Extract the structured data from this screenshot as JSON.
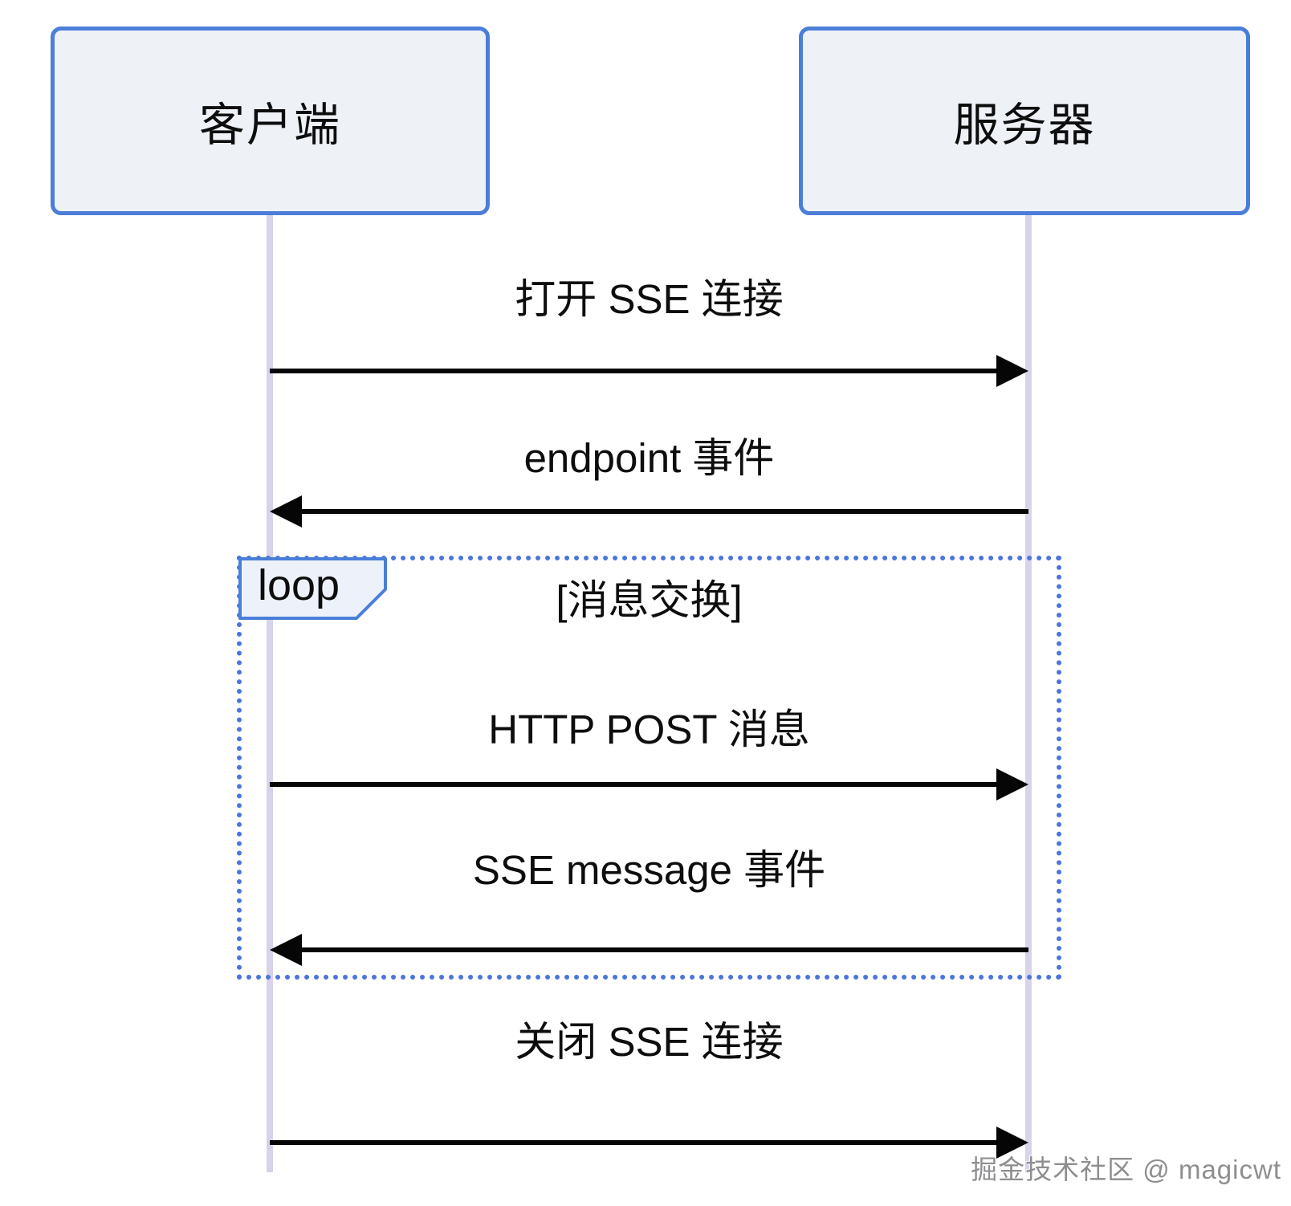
{
  "diagram": {
    "type": "sequence",
    "actors": [
      {
        "id": "client",
        "label": "客户端"
      },
      {
        "id": "server",
        "label": "服务器"
      }
    ],
    "loop": {
      "keyword": "loop",
      "title": "[消息交换]"
    },
    "messages": [
      {
        "label": "打开 SSE 连接",
        "from": "客户端",
        "to": "服务器",
        "direction": "right",
        "inside_loop": false
      },
      {
        "label": "endpoint 事件",
        "from": "服务器",
        "to": "客户端",
        "direction": "left",
        "inside_loop": false
      },
      {
        "label": "HTTP POST 消息",
        "from": "客户端",
        "to": "服务器",
        "direction": "right",
        "inside_loop": true
      },
      {
        "label": "SSE message 事件",
        "from": "服务器",
        "to": "客户端",
        "direction": "left",
        "inside_loop": true
      },
      {
        "label": "关闭 SSE 连接",
        "from": "客户端",
        "to": "服务器",
        "direction": "right",
        "inside_loop": false
      }
    ],
    "colors": {
      "actor_border": "#4a7ed8",
      "actor_fill": "#eef1f6",
      "lifeline": "#d9d2eb",
      "loop_border": "#4c74dc",
      "arrow": "#060606",
      "text": "#0d0d0d"
    }
  },
  "watermark": {
    "text": "掘金技术社区 @ magicwt"
  }
}
